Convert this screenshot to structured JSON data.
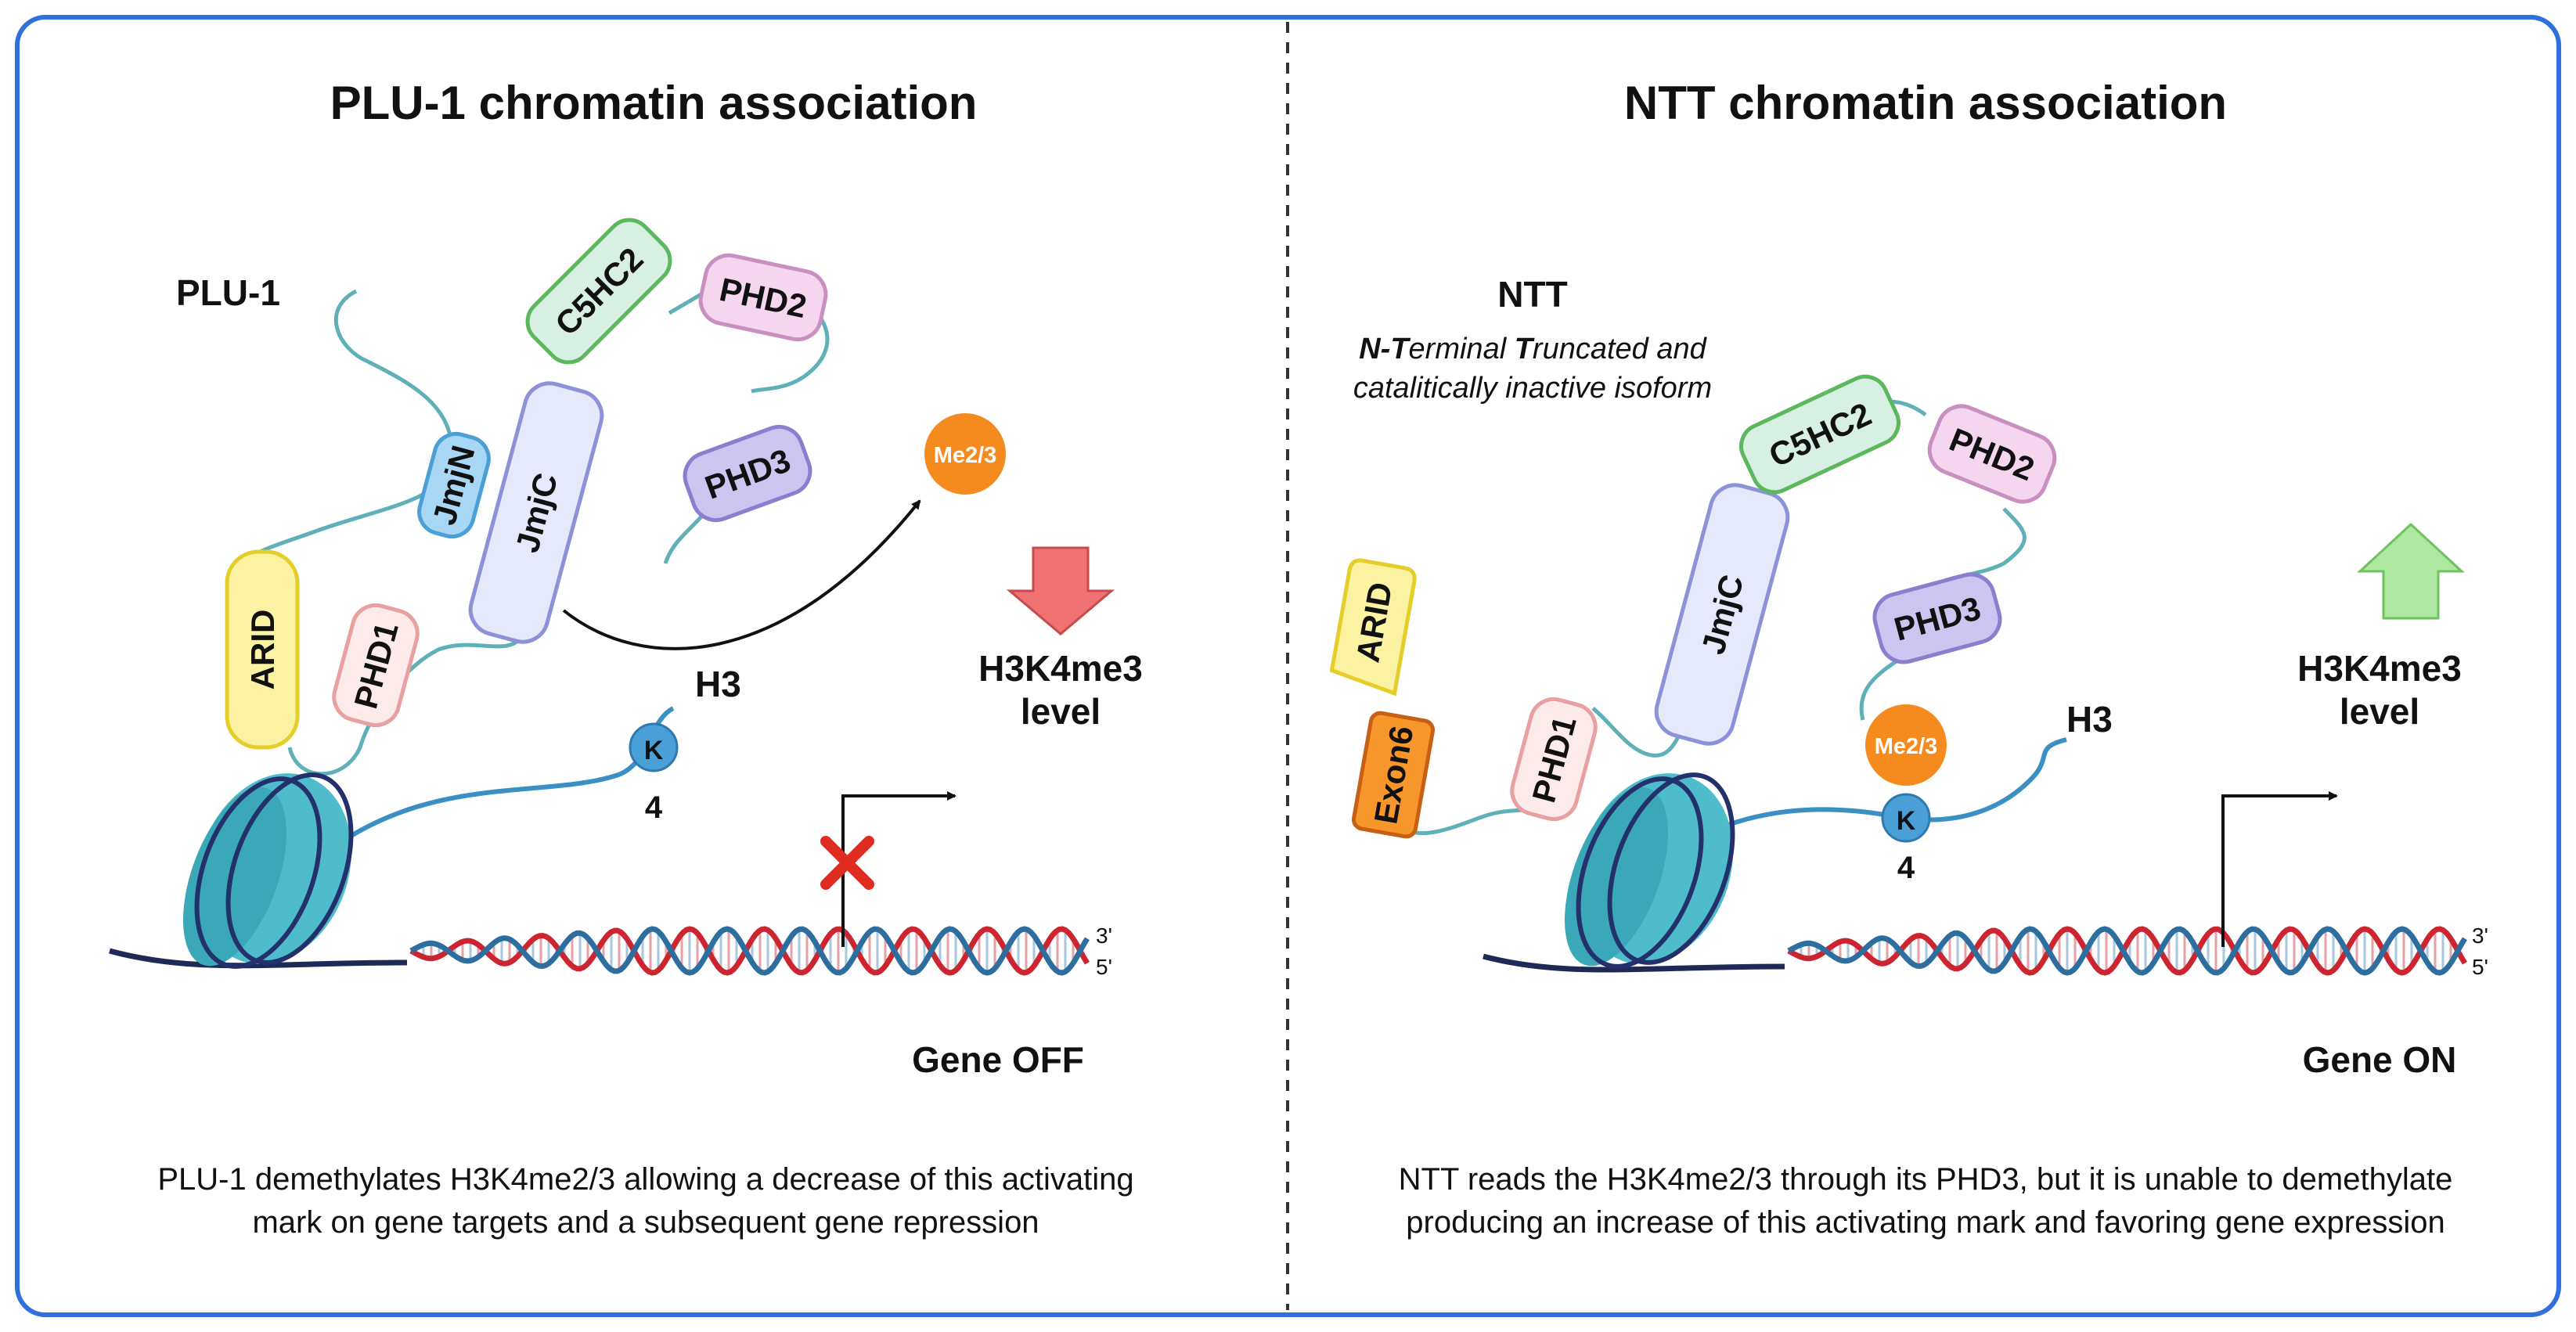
{
  "left": {
    "title": "PLU-1 chromatin association",
    "protein": "PLU-1",
    "domains": {
      "jmjn": "JmjN",
      "jmjc": "JmjC",
      "c5hc2": "C5HC2",
      "phd2": "PHD2",
      "phd3": "PHD3",
      "arid": "ARID",
      "phd1": "PHD1"
    },
    "methyl_mark": "Me2/3",
    "histone": "H3",
    "lysine": "K",
    "lysine_number": "4",
    "level_label_1": "H3K4me3",
    "level_label_2": "level",
    "level_direction": "down",
    "gene_state": "Gene OFF",
    "strand_3": "3'",
    "strand_5": "5'",
    "caption_line1": "PLU-1 demethylates H3K4me2/3 allowing a decrease of this activating",
    "caption_line2": "mark on gene targets and a subsequent gene repression"
  },
  "right": {
    "title": "NTT chromatin association",
    "protein": "NTT",
    "subtitle_line1_b1": "N",
    "subtitle_line1_sep": "-",
    "subtitle_line1_b2": "T",
    "subtitle_line1_rest1": "erminal ",
    "subtitle_line1_b3": "T",
    "subtitle_line1_rest2": "runcated and",
    "subtitle_line2": "catalitically inactive isoform",
    "domains": {
      "arid": "ARID",
      "exon6": "Exon6",
      "phd1": "PHD1",
      "jmjc": "JmjC",
      "c5hc2": "C5HC2",
      "phd2": "PHD2",
      "phd3": "PHD3"
    },
    "methyl_mark": "Me2/3",
    "histone": "H3",
    "lysine": "K",
    "lysine_number": "4",
    "level_label_1": "H3K4me3",
    "level_label_2": "level",
    "level_direction": "up",
    "gene_state": "Gene ON",
    "strand_3": "3'",
    "strand_5": "5'",
    "caption_line1": "NTT reads the H3K4me2/3 through its PHD3, but it is unable to demethylate",
    "caption_line2": "producing an increase of this activating mark and favoring gene expression"
  },
  "colors": {
    "frame": "#2f6fde",
    "linker": "#5fb0b8",
    "histone_tail": "#3a8fc4",
    "nucleosome": "#4fbccb",
    "dna_red": "#cc2530",
    "dna_blue": "#2d6e9f",
    "methyl": "#f58a1f",
    "arrow_down": "#f07272",
    "arrow_up": "#aee8a0",
    "block_x": "#e02b20"
  }
}
